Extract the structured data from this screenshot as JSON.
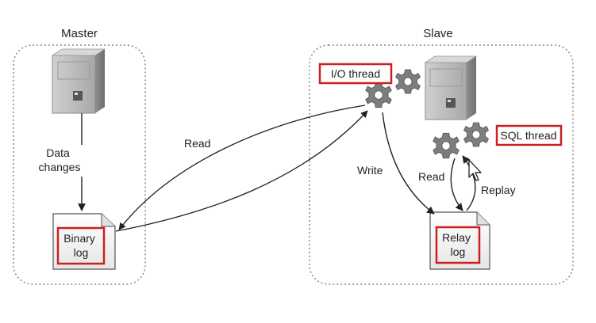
{
  "master": {
    "title": "Master",
    "data_changes": [
      "Data",
      "changes"
    ],
    "binary_log": [
      "Binary",
      "log"
    ]
  },
  "slave": {
    "title": "Slave",
    "io_thread": "I/O thread",
    "sql_thread": "SQL thread",
    "relay_log": [
      "Relay",
      "log"
    ]
  },
  "arrows": {
    "read_binlog": "Read",
    "write": "Write",
    "read_relay": "Read",
    "replay": "Replay"
  },
  "colors": {
    "highlight_box": "#cc2020",
    "arrow": "#222222",
    "container_border": "#888888",
    "server": "#b8b8b8"
  }
}
